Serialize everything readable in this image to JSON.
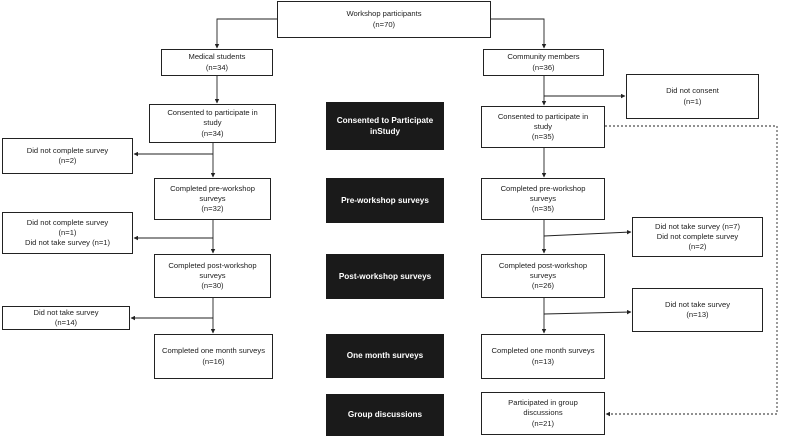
{
  "root": {
    "lines": [
      "Workshop participants",
      "(n=70)"
    ]
  },
  "left_column": {
    "group": {
      "lines": [
        "Medical students",
        "(n=34)"
      ]
    },
    "consented": {
      "lines": [
        "Consented to participate in",
        "study",
        "(n=34)"
      ]
    },
    "pre": {
      "lines": [
        "Completed pre-workshop",
        "surveys",
        "(n=32)"
      ]
    },
    "post": {
      "lines": [
        "Completed post-workshop",
        "surveys",
        "(n=30)"
      ]
    },
    "month": {
      "lines": [
        "Completed one month surveys",
        "(n=16)"
      ]
    },
    "excluded_1": {
      "lines": [
        "Did not complete survey",
        "(n=2)"
      ]
    },
    "excluded_2": {
      "lines": [
        "Did not complete survey",
        "(n=1)",
        "Did not take survey (n=1)"
      ]
    },
    "excluded_3": {
      "lines": [
        "Did not take survey",
        "(n=14)"
      ]
    }
  },
  "right_column": {
    "group": {
      "lines": [
        "Community members",
        "(n=36)"
      ]
    },
    "no_consent": {
      "lines": [
        "Did not consent",
        "(n=1)"
      ]
    },
    "consented": {
      "lines": [
        "Consented to participate in",
        "study",
        "(n=35)"
      ]
    },
    "pre": {
      "lines": [
        "Completed pre-workshop",
        "surveys",
        "(n=35)"
      ]
    },
    "post": {
      "lines": [
        "Completed post-workshop",
        "surveys",
        "(n=26)"
      ]
    },
    "month": {
      "lines": [
        "Completed one month surveys",
        "(n=13)"
      ]
    },
    "group_discussions": {
      "lines": [
        "Participated in group",
        "discussions",
        "(n=21)"
      ]
    },
    "excluded_1": {
      "lines": [
        "Did not take survey (n=7)",
        "Did not complete survey",
        "(n=2)"
      ]
    },
    "excluded_2": {
      "lines": [
        "Did not take survey",
        "(n=13)"
      ]
    }
  },
  "stages": [
    {
      "lines": [
        "Consented to Participate in",
        "Study"
      ]
    },
    {
      "lines": [
        "Pre-workshop surveys"
      ]
    },
    {
      "lines": [
        "Post-workshop surveys"
      ]
    },
    {
      "lines": [
        "One month surveys"
      ]
    },
    {
      "lines": [
        "Group discussions"
      ]
    }
  ],
  "colors": {
    "stage_fill": "#1a1a1a",
    "stage_text": "#ffffff",
    "box_border": "#222222",
    "arrow": "#222222"
  }
}
